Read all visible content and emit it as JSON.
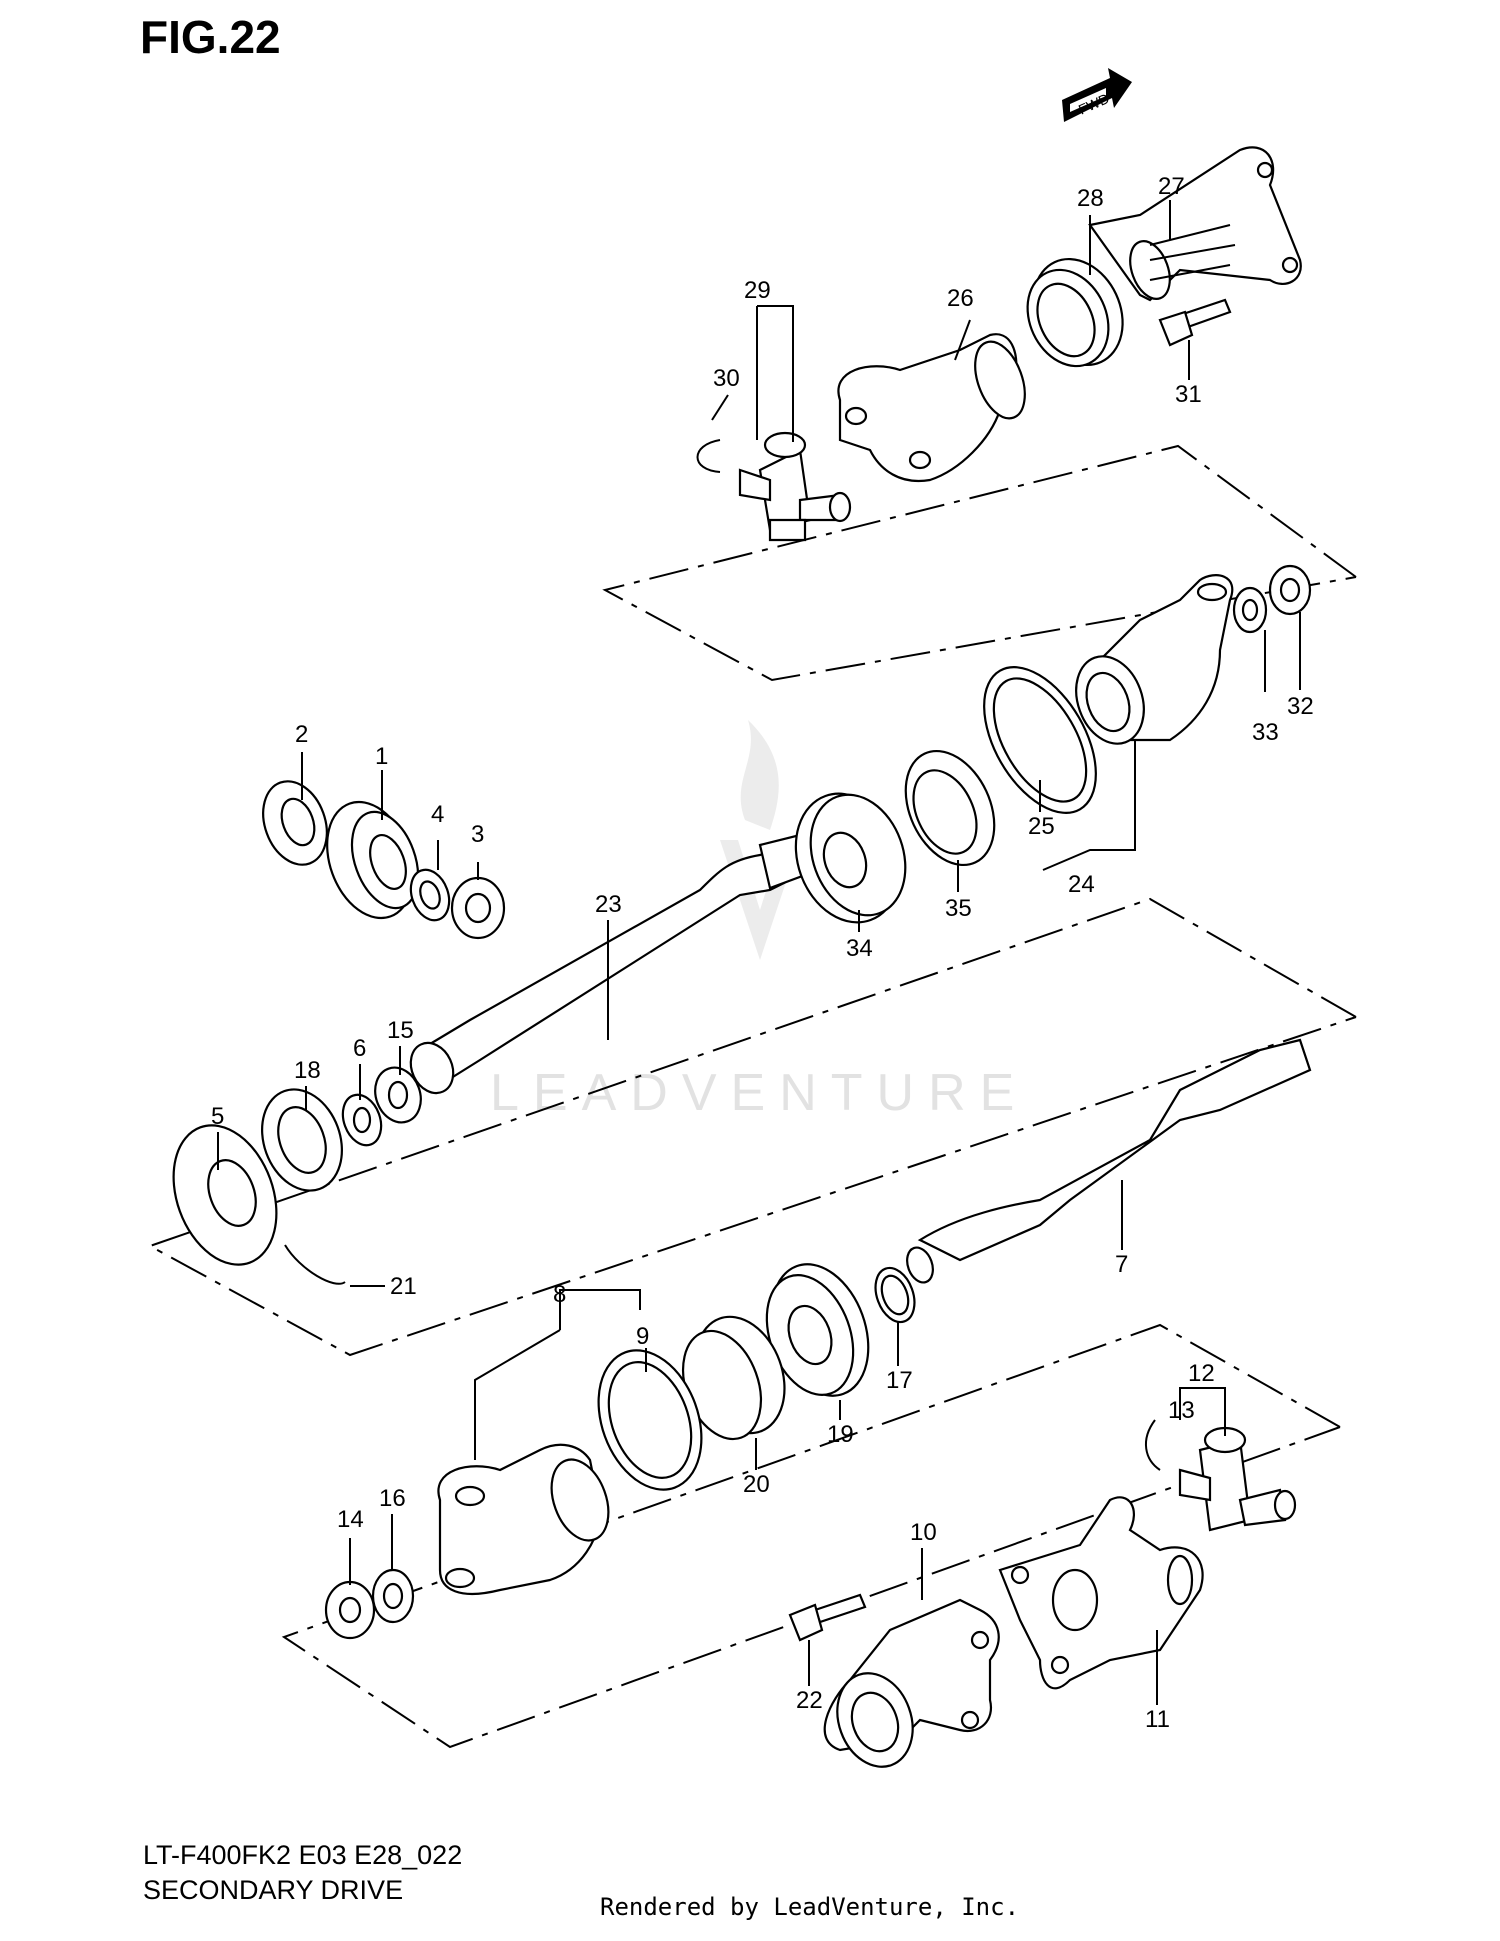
{
  "figure": {
    "title": "FIG.22"
  },
  "footer": {
    "model_code": "LT-F400FK2 E03 E28_022",
    "description": "SECONDARY DRIVE",
    "rendered_by": "Rendered by LeadVenture, Inc."
  },
  "direction_badge": "FWD",
  "watermark": "LEADVENTURE",
  "callouts": [
    {
      "label": "1"
    },
    {
      "label": "2"
    },
    {
      "label": "3"
    },
    {
      "label": "4"
    },
    {
      "label": "5"
    },
    {
      "label": "6"
    },
    {
      "label": "7"
    },
    {
      "label": "8"
    },
    {
      "label": "9"
    },
    {
      "label": "10"
    },
    {
      "label": "11"
    },
    {
      "label": "12"
    },
    {
      "label": "13"
    },
    {
      "label": "14"
    },
    {
      "label": "15"
    },
    {
      "label": "16"
    },
    {
      "label": "17"
    },
    {
      "label": "18"
    },
    {
      "label": "19"
    },
    {
      "label": "20"
    },
    {
      "label": "21"
    },
    {
      "label": "22"
    },
    {
      "label": "23"
    },
    {
      "label": "24"
    },
    {
      "label": "25"
    },
    {
      "label": "26"
    },
    {
      "label": "27"
    },
    {
      "label": "28"
    },
    {
      "label": "29"
    },
    {
      "label": "30"
    },
    {
      "label": "31"
    },
    {
      "label": "32"
    },
    {
      "label": "33"
    },
    {
      "label": "34"
    },
    {
      "label": "35"
    }
  ]
}
